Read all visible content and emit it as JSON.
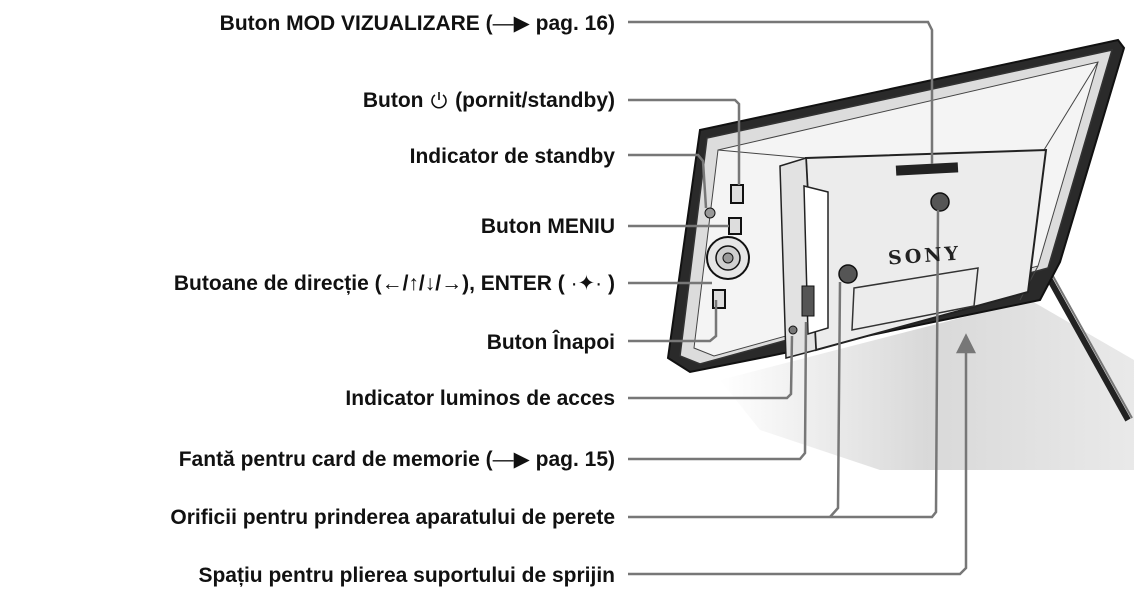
{
  "callouts": [
    {
      "id": "view-mode",
      "text": "Buton MOD VIZUALIZARE (",
      "arrow": "—▶",
      "suffix": " pag. 16)"
    },
    {
      "id": "power",
      "prefix": "Buton ",
      "icon": "power-icon",
      "text": " (pornit/standby)"
    },
    {
      "id": "standby-indicator",
      "text": "Indicator de standby"
    },
    {
      "id": "menu",
      "text": "Buton MENIU"
    },
    {
      "id": "direction",
      "text": "Butoane de direcție (←/↑/↓/→), ENTER ( ",
      "enter_glyph": "·✦·",
      "suffix": " )"
    },
    {
      "id": "back",
      "text": "Buton Înapoi"
    },
    {
      "id": "access-light",
      "text": "Indicator luminos de acces"
    },
    {
      "id": "card-slot",
      "text": "Fantă pentru card de memorie (",
      "arrow": "—▶",
      "suffix": " pag. 15)"
    },
    {
      "id": "wall-holes",
      "text": "Orificii pentru prinderea aparatului de perete"
    },
    {
      "id": "stand-space",
      "text": "Spațiu pentru plierea suportului de sprijin"
    }
  ],
  "device": {
    "brand": "SONY"
  },
  "colors": {
    "leader_line": "#777777",
    "frame_dark": "#1a1a1a",
    "frame_edge": "#555555",
    "shadow": "#d4d4d4"
  }
}
